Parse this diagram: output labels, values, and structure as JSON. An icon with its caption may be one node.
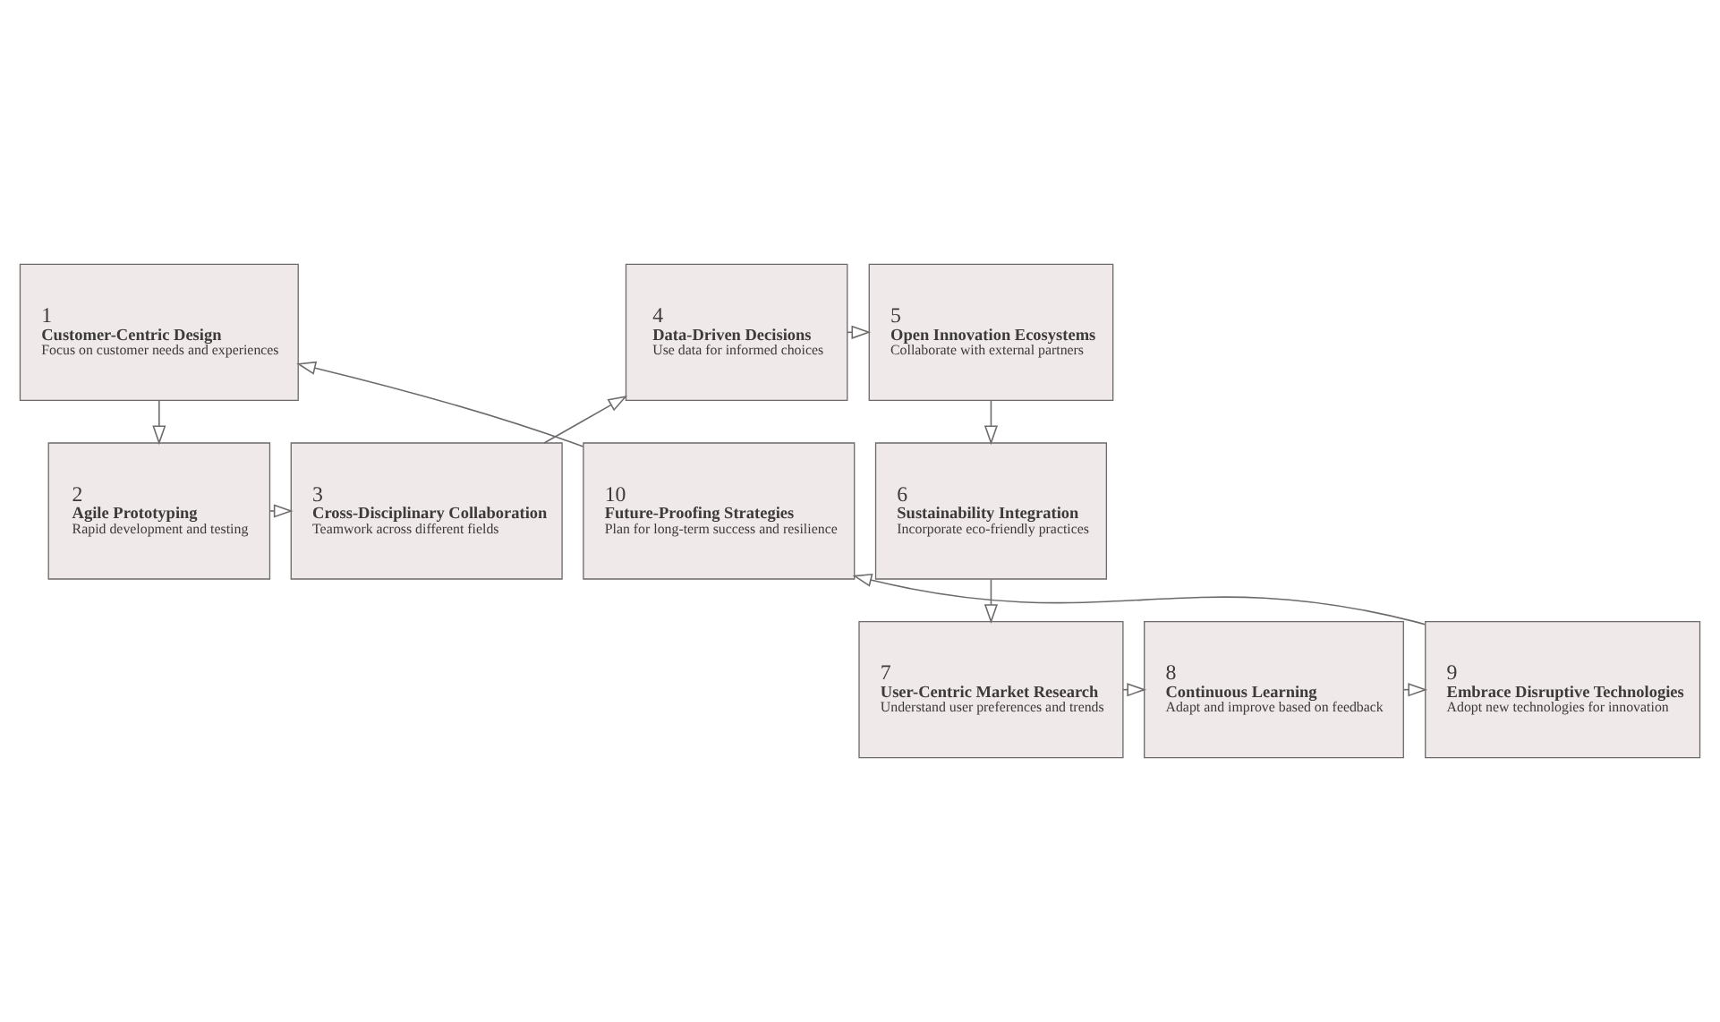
{
  "diagram": {
    "nodes": [
      {
        "text": [
          "1",
          "Customer-Centric Design",
          "Focus on customer needs and experiences"
        ]
      },
      {
        "text": [
          "2",
          "Agile Prototyping",
          "Rapid development and testing"
        ]
      },
      {
        "text": [
          "3",
          "Cross-Disciplinary Collaboration",
          "Teamwork across different fields"
        ]
      },
      {
        "text": [
          "4",
          "Data-Driven Decisions",
          "Use data for informed choices"
        ]
      },
      {
        "text": [
          "5",
          "Open Innovation Ecosystems",
          "Collaborate with external partners"
        ]
      },
      {
        "text": [
          "6",
          "Sustainability Integration",
          "Incorporate eco-friendly practices"
        ]
      },
      {
        "text": [
          "7",
          "User-Centric Market Research",
          "Understand user preferences and trends"
        ]
      },
      {
        "text": [
          "8",
          "Continuous Learning",
          "Adapt and improve based on feedback"
        ]
      },
      {
        "text": [
          "9",
          "Embrace Disruptive Technologies",
          "Adopt new technologies for innovation"
        ]
      },
      {
        "text": [
          "10",
          "Future-Proofing Strategies",
          "Plan for long-term success and resilience"
        ]
      }
    ],
    "edges": [
      {
        "from": 0,
        "to": 1,
        "arrow": "to"
      },
      {
        "from": 1,
        "to": 2,
        "arrow": "to"
      },
      {
        "from": 2,
        "to": 3,
        "arrow": "to"
      },
      {
        "from": 3,
        "to": 4,
        "arrow": "to"
      },
      {
        "from": 4,
        "to": 5,
        "arrow": "to"
      },
      {
        "from": 5,
        "to": 6,
        "arrow": "to"
      },
      {
        "from": 6,
        "to": 7,
        "arrow": "to"
      },
      {
        "from": 7,
        "to": 8,
        "arrow": "to"
      },
      {
        "from": 8,
        "to": 9,
        "arrow": "to"
      },
      {
        "from": 9,
        "to": 0,
        "arrow": "to"
      }
    ]
  }
}
